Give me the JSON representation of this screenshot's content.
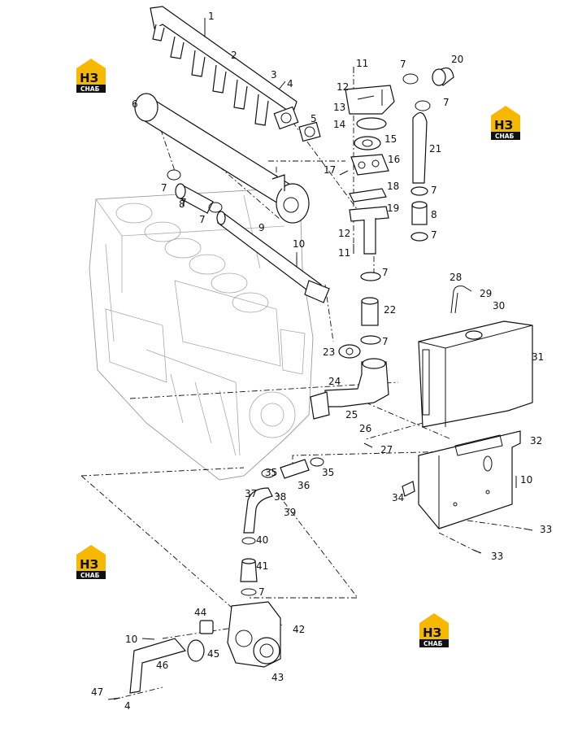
{
  "logos": [
    {
      "brand": "HЗ",
      "sub": "СНАБ"
    },
    {
      "brand": "HЗ",
      "sub": "СНАБ"
    },
    {
      "brand": "HЗ",
      "sub": "СНАБ"
    },
    {
      "brand": "HЗ",
      "sub": "СНАБ"
    }
  ],
  "callouts": [
    "1",
    "2",
    "3",
    "4",
    "5",
    "6",
    "7",
    "7",
    "7",
    "8",
    "9",
    "10",
    "11",
    "12",
    "13",
    "14",
    "15",
    "16",
    "17",
    "18",
    "19",
    "12",
    "11",
    "20",
    "7",
    "7",
    "21",
    "7",
    "8",
    "7",
    "7",
    "22",
    "7",
    "23",
    "24",
    "25",
    "26",
    "27",
    "28",
    "29",
    "30",
    "31",
    "32",
    "10",
    "33",
    "33",
    "34",
    "35",
    "35",
    "36",
    "37",
    "38",
    "39",
    "40",
    "41",
    "7",
    "44",
    "10",
    "45",
    "46",
    "43",
    "42",
    "47",
    "4"
  ]
}
